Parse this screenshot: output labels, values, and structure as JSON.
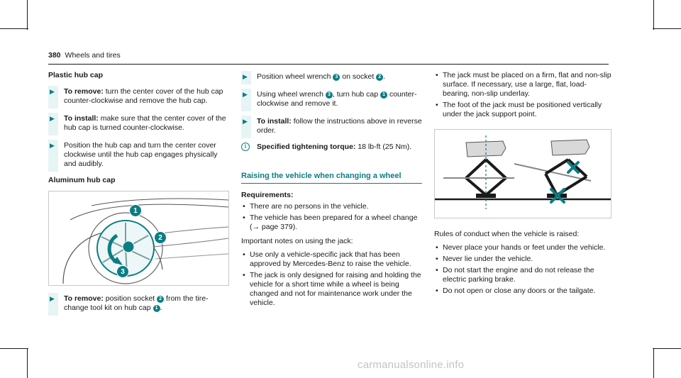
{
  "header": {
    "page_number": "380",
    "section": "Wheels and tires"
  },
  "col1": {
    "plastic_heading": "Plastic hub cap",
    "step1": {
      "label": "To remove:",
      "text": " turn the center cover of the hub cap counter-clockwise and remove the hub cap."
    },
    "step2": {
      "label": "To install:",
      "text": " make sure that the center cover of the hub cap is turned counter-clockwise."
    },
    "step3": {
      "text": "Position the hub cap and turn the center cover clockwise until the hub cap engages physically and audibly."
    },
    "aluminum_heading": "Aluminum hub cap",
    "figure_callouts": [
      "1",
      "2",
      "3"
    ],
    "step4": {
      "label": "To remove:",
      "text_a": " position socket ",
      "num_a": "2",
      "text_b": " from the tire-change tool kit on hub cap ",
      "num_b": "1",
      "text_c": "."
    }
  },
  "col2": {
    "step1": {
      "text_a": "Position wheel wrench ",
      "num_a": "3",
      "text_b": " on socket ",
      "num_b": "2",
      "text_c": "."
    },
    "step2": {
      "text_a": "Using wheel wrench ",
      "num_a": "3",
      "text_b": ", turn hub cap ",
      "num_b": "1",
      "text_c": " counter-clockwise and remove it."
    },
    "step3": {
      "label": "To install:",
      "text": " follow the instructions above in reverse order."
    },
    "spec": {
      "label": "Specified tightening torque:",
      "text": " 18 lb-ft (25 Nm)."
    },
    "section_title": "Raising the vehicle when changing a wheel",
    "requirements_label": "Requirements:",
    "requirements": [
      "There are no persons in the vehicle.",
      "The vehicle has been prepared for a wheel change (→ page 379)."
    ],
    "notes_intro": "Important notes on using the jack:",
    "notes": [
      "Use only a vehicle-specific jack that has been approved by Mercedes-Benz to raise the vehicle.",
      "The jack is only designed for raising and holding the vehicle for a short time while a wheel is being changed and not for maintenance work under the vehicle."
    ]
  },
  "col3": {
    "bullets_top": [
      "The jack must be placed on a firm, flat and non-slip surface. If necessary, use a large, flat, load-bearing, non-slip underlay.",
      "The foot of the jack must be positioned vertically under the jack support point."
    ],
    "rules_intro": "Rules of conduct when the vehicle is raised:",
    "rules": [
      "Never place your hands or feet under the vehicle.",
      "Never lie under the vehicle.",
      "Do not start the engine and do not release the electric parking brake.",
      "Do not open or close any doors or the tailgate."
    ]
  },
  "watermark": "carmanualsonline.info",
  "colors": {
    "accent": "#0b7d83",
    "tint": "#e6f4f4",
    "text": "#1a1a1a"
  }
}
